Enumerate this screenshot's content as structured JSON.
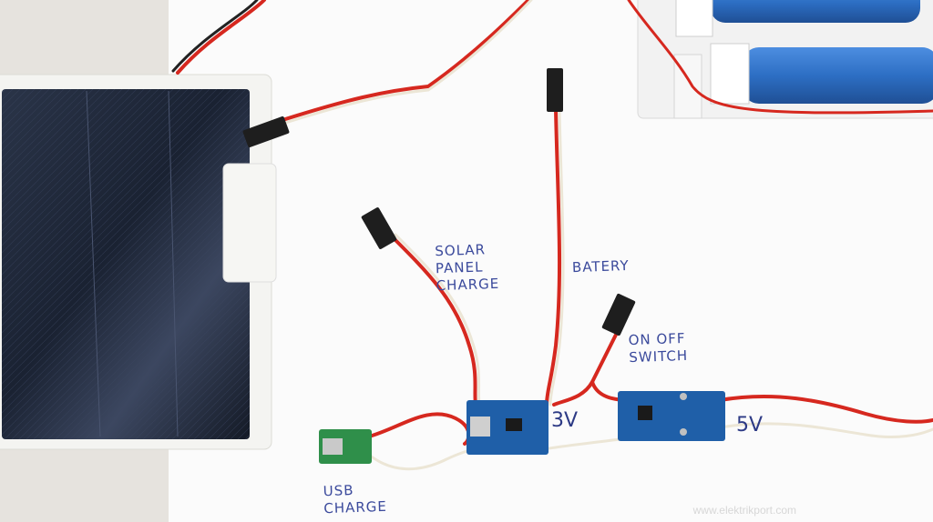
{
  "annotations": {
    "solar": "SOLAR\nPANEL\nCHARGE",
    "battery": "BATERY",
    "switch": "ON OFF\nSWITCH",
    "usb": "USB\nCHARGE",
    "v3": "3V",
    "v5": "5V"
  },
  "watermark": "www.elektrikport.com",
  "colors": {
    "paper": "#ffffff",
    "table": "#e9e6e1",
    "wire_red": "#d6281f",
    "wire_white": "#efeadc",
    "pcb_blue": "#1f5fa8",
    "pcb_green": "#2f8f4a",
    "battery_blue": "#2d6fc4",
    "solar_dark": "#1c2534"
  }
}
